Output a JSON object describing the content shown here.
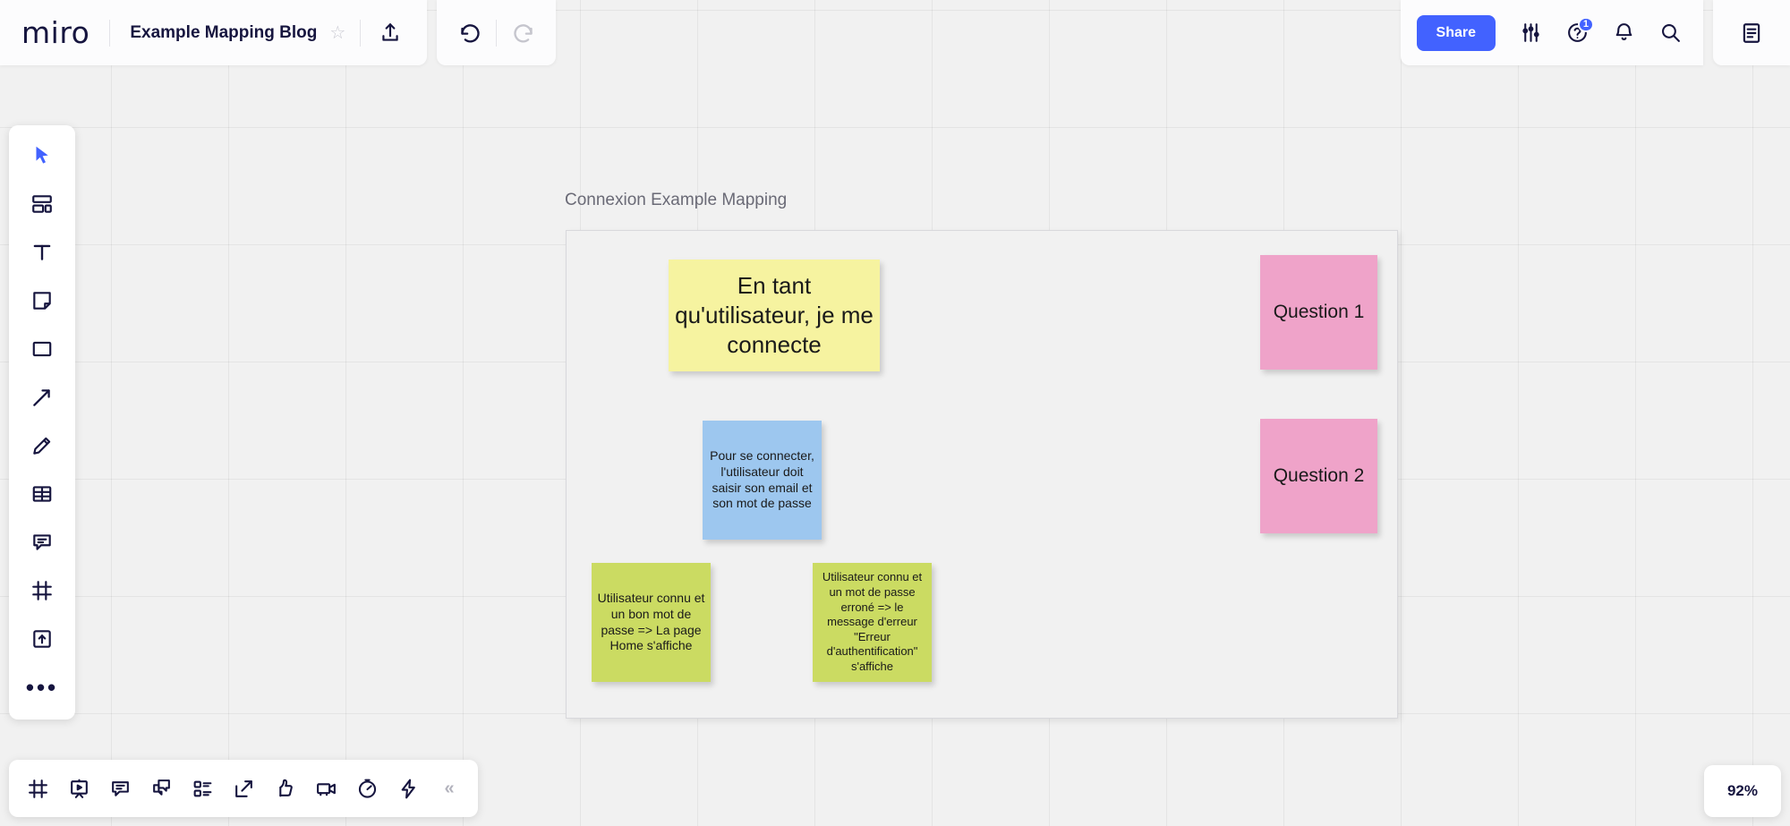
{
  "app": {
    "name": "miro",
    "logo_text": "miro"
  },
  "header": {
    "board_title": "Example Mapping Blog",
    "star_icon": "star-outline-icon",
    "upload_icon": "upload-icon",
    "undo_icon": "undo-arrow-icon",
    "redo_icon": "redo-arrow-icon",
    "share_label": "Share",
    "settings_icon": "sliders-icon",
    "help_icon": "question-circle-icon",
    "help_badge": "1",
    "notifications_icon": "bell-icon",
    "search_icon": "search-icon",
    "notes_panel_icon": "document-panel-icon"
  },
  "left_toolbar": {
    "items": [
      {
        "name": "cursor-select",
        "icon": "cursor-arrow-icon",
        "active": true
      },
      {
        "name": "templates",
        "icon": "templates-layout-icon",
        "active": false
      },
      {
        "name": "text",
        "icon": "text-t-icon",
        "active": false
      },
      {
        "name": "sticky-note",
        "icon": "sticky-note-icon",
        "active": false
      },
      {
        "name": "shapes",
        "icon": "rectangle-shape-icon",
        "active": false
      },
      {
        "name": "connection-line",
        "icon": "arrow-diagonal-icon",
        "active": false
      },
      {
        "name": "pen",
        "icon": "pencil-icon",
        "active": false
      },
      {
        "name": "table",
        "icon": "table-grid-icon",
        "active": false
      },
      {
        "name": "comment",
        "icon": "comment-bubble-icon",
        "active": false
      },
      {
        "name": "frame",
        "icon": "frame-icon",
        "active": false
      },
      {
        "name": "upload",
        "icon": "upload-box-icon",
        "active": false
      },
      {
        "name": "more-tools",
        "icon": "ellipsis-icon",
        "active": false
      }
    ]
  },
  "bottom_toolbar": {
    "items": [
      {
        "name": "frames-panel",
        "icon": "frames-icon"
      },
      {
        "name": "presentation-mode",
        "icon": "presentation-play-icon"
      },
      {
        "name": "comments-panel",
        "icon": "comment-lines-icon"
      },
      {
        "name": "chat",
        "icon": "chat-bubbles-icon"
      },
      {
        "name": "cards-list",
        "icon": "cards-list-icon"
      },
      {
        "name": "export-share",
        "icon": "export-arrow-icon"
      },
      {
        "name": "reactions",
        "icon": "thumbs-up-icon"
      },
      {
        "name": "video-chat",
        "icon": "video-camera-icon"
      },
      {
        "name": "timer",
        "icon": "timer-clock-icon"
      },
      {
        "name": "apps",
        "icon": "lightning-bolt-icon"
      }
    ],
    "collapse_label": "«"
  },
  "zoom": {
    "level": "92%"
  },
  "board": {
    "frame_title": "Connexion Example Mapping",
    "stickies": [
      {
        "id": "story",
        "role": "user-story",
        "color": "#f6f3a0",
        "text": "En tant qu'utilisateur, je me connecte"
      },
      {
        "id": "rule-1",
        "role": "rule",
        "color": "#9dc7ef",
        "text": "Pour se connecter, l'utilisateur doit saisir son email et son mot de passe"
      },
      {
        "id": "example-1",
        "role": "example",
        "color": "#cbdb62",
        "text": "Utilisateur connu et un bon mot de passe => La page Home s'affiche"
      },
      {
        "id": "example-2",
        "role": "example",
        "color": "#cbdb62",
        "text": "Utilisateur connu et un mot de passe erroné => le message d'erreur \"Erreur d'authentification\" s'affiche"
      },
      {
        "id": "question-1",
        "role": "question",
        "color": "#efa3c9",
        "text": "Question 1"
      },
      {
        "id": "question-2",
        "role": "question",
        "color": "#efa3c9",
        "text": "Question 2"
      }
    ]
  },
  "colors": {
    "brand_blue": "#4262ff",
    "ink": "#16153f",
    "canvas_bg": "#f1f1f1",
    "sticky_yellow": "#f6f3a0",
    "sticky_blue": "#9dc7ef",
    "sticky_green": "#cbdb62",
    "sticky_pink": "#efa3c9"
  }
}
